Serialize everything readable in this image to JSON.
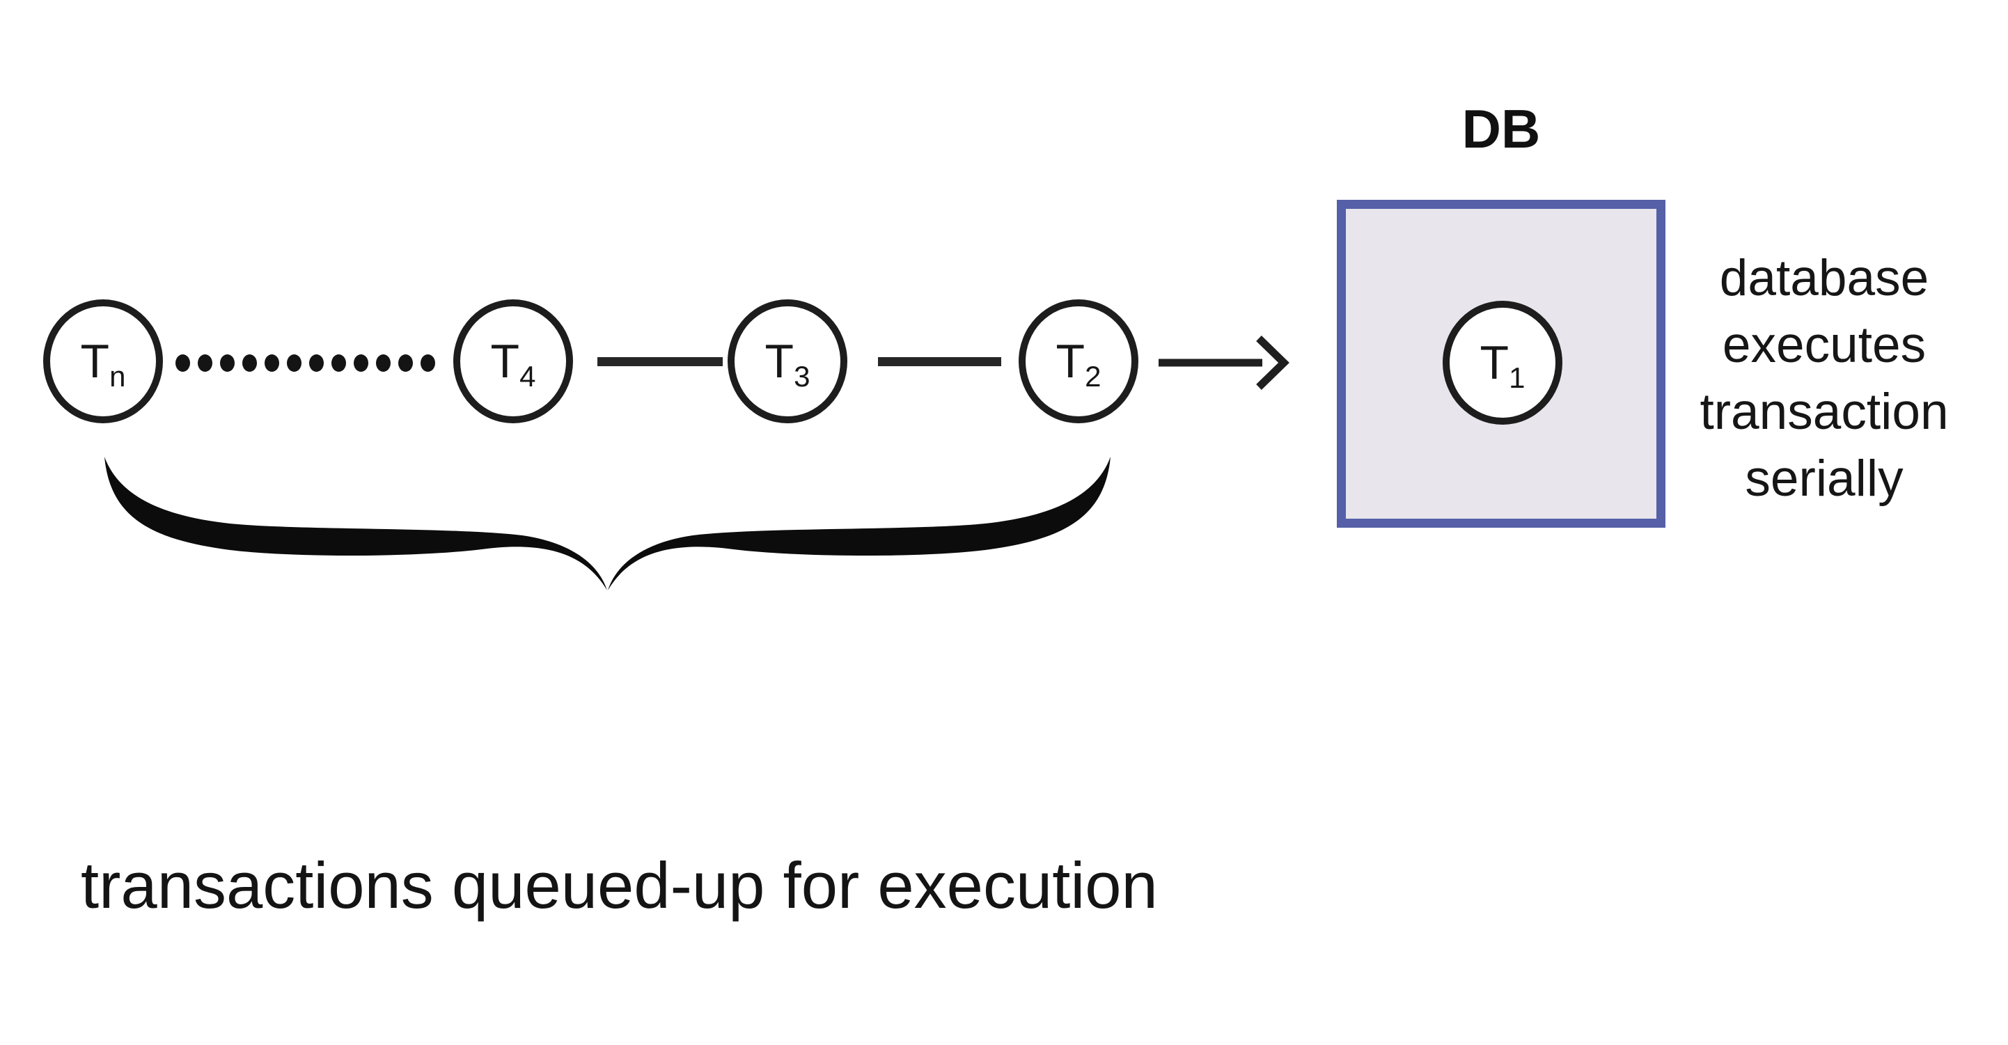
{
  "diagram": {
    "db_label": "DB",
    "db_circle": {
      "symbol": "T",
      "subscript": "1"
    },
    "queue_circles": [
      {
        "symbol": "T",
        "subscript": "n"
      },
      {
        "symbol": "T",
        "subscript": "4"
      },
      {
        "symbol": "T",
        "subscript": "3"
      },
      {
        "symbol": "T",
        "subscript": "2"
      }
    ],
    "ellipsis_dot_count": 12,
    "side_note": "database\nexecutes\ntransaction\nserially",
    "caption": "transactions queued-up for execution",
    "colors": {
      "ink": "#161616",
      "db_border": "#5560a8",
      "db_fill": "#e8e5ec"
    }
  }
}
